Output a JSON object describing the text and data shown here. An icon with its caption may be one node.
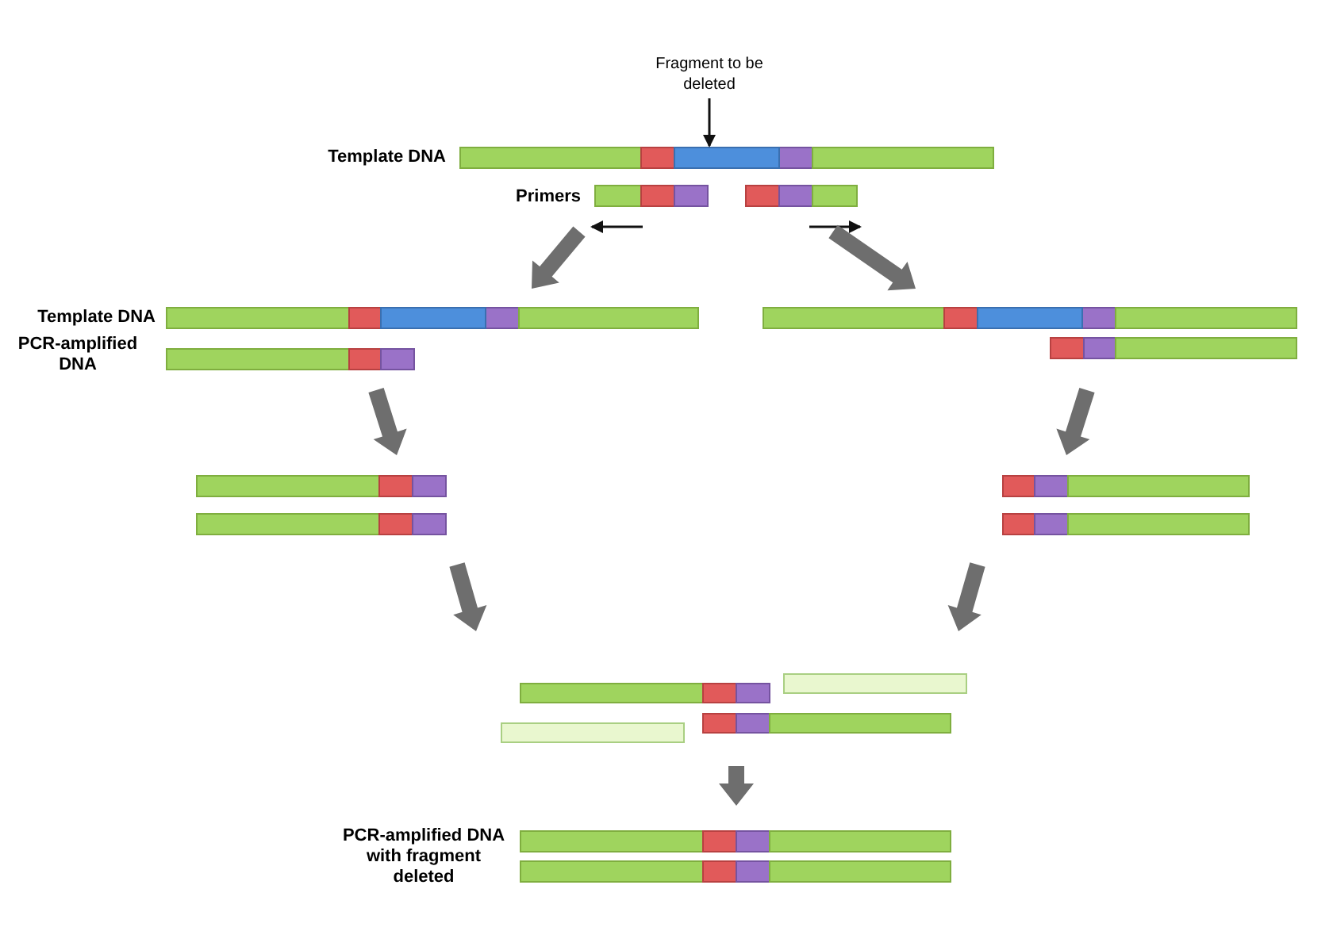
{
  "diagram": {
    "nodes": [
      {
        "text": [
          "Fragment to be deleted"
        ]
      },
      {
        "text": [],
        "shape": "bar"
      },
      {
        "text": [],
        "shape": "bar"
      },
      {
        "text": [],
        "shape": "bar"
      }
    ],
    "edges": [
      {
        "from": 0,
        "to": 1,
        "arrow": "to"
      }
    ],
    "labels": [
      "Template DNA",
      "Primers",
      "Template DNA",
      "PCR-amplified DNA",
      "PCR-amplified DNA with fragment deleted"
    ]
  }
}
